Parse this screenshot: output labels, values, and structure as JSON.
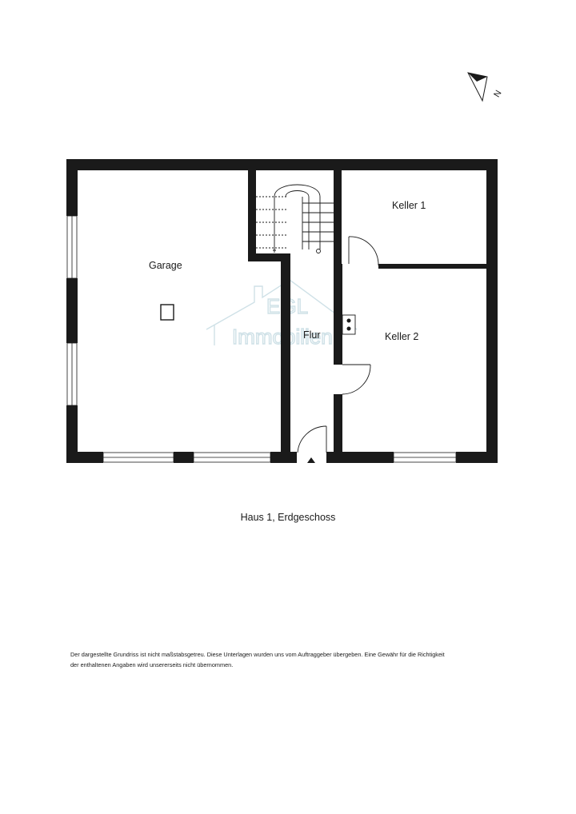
{
  "plan": {
    "rooms": [
      {
        "id": "garage",
        "label": "Garage"
      },
      {
        "id": "keller1",
        "label": "Keller 1"
      },
      {
        "id": "keller2",
        "label": "Keller 2"
      },
      {
        "id": "flur",
        "label": "Flur"
      }
    ],
    "watermark": {
      "line1": "EGL",
      "line2": "Immobilien"
    },
    "north_marker": "N"
  },
  "caption": "Haus 1, Erdgeschoss",
  "disclaimer": {
    "line1": "Der dargestellte Grundriss ist nicht maßstabsgetreu. Diese Unterlagen wurden uns vom Auftraggeber übergeben. Eine Gewähr für die Richtigkeit",
    "line2": "der enthaltenen Angaben wird unsererseits nicht übernommen."
  }
}
